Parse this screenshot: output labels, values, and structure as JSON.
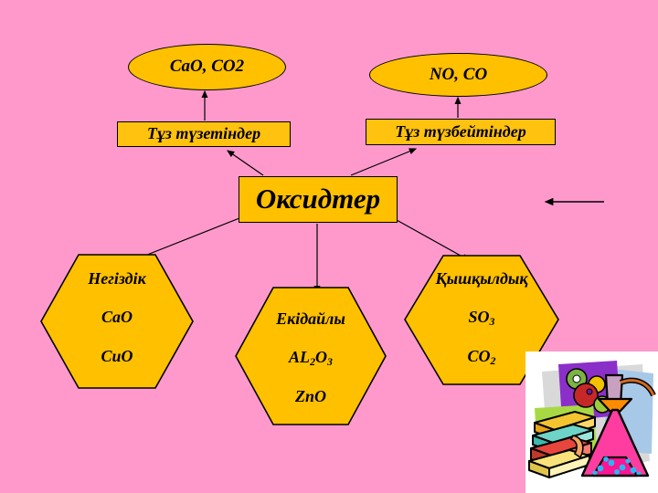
{
  "slide": {
    "title": "Оксидтер",
    "background_color": "#FF99CC",
    "node_fill_color": "#FFC000",
    "node_border_color": "#000000",
    "text_color": "#000000"
  },
  "center": {
    "label": "Оксидтер"
  },
  "categories": [
    {
      "id": "salt-forming",
      "label": "Тұз түзетіндер",
      "shape": "rectangle",
      "examples_node": "cao-co2"
    },
    {
      "id": "salt-nonforming",
      "label": "Тұз түзбейтіндер",
      "shape": "rectangle",
      "examples_node": "no-co"
    }
  ],
  "examples": [
    {
      "id": "cao-co2",
      "label": "CaO, CO2",
      "shape": "ellipse"
    },
    {
      "id": "no-co",
      "label": "NO, CO",
      "shape": "ellipse"
    }
  ],
  "types": [
    {
      "id": "basic",
      "shape": "hexagon",
      "title": "Негіздік",
      "formulas": [
        {
          "text": "CaO",
          "sub": ""
        },
        {
          "text": "CuO",
          "sub": ""
        }
      ]
    },
    {
      "id": "amphoteric",
      "shape": "hexagon",
      "title": "Екідайлы",
      "formulas": [
        {
          "text": "AL",
          "sub": "2",
          "text2": "O",
          "sub2": "3"
        },
        {
          "text": "ZnO",
          "sub": ""
        }
      ]
    },
    {
      "id": "acidic",
      "shape": "hexagon",
      "title": "Қышқылдық",
      "formulas": [
        {
          "text": "SO",
          "sub": "3"
        },
        {
          "text": "CO",
          "sub": "2"
        }
      ]
    }
  ],
  "pointer": {
    "name": "left-arrow-pointer",
    "direction": "left"
  },
  "clipart": {
    "name": "chemistry-books-flask-clipart",
    "description": "Books, conical flask with pink liquid and molecular model"
  }
}
